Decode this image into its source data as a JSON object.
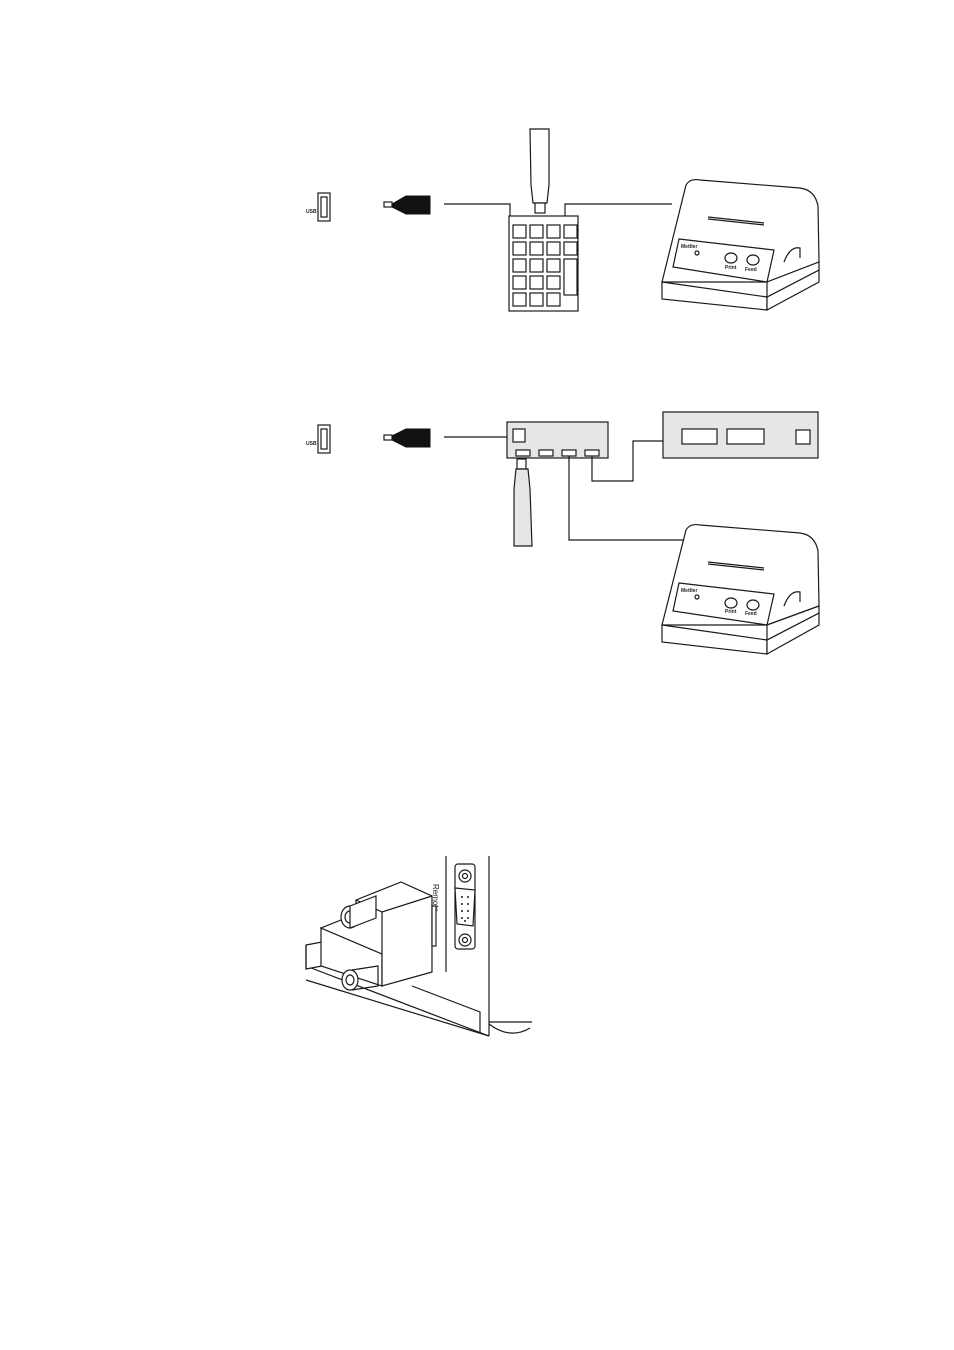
{
  "labels": {
    "usb_port_1": "USB",
    "usb_port_2": "USB",
    "printer_1_brand": "Mettler",
    "printer_1_print": "Print",
    "printer_1_feed": "Feed",
    "printer_2_brand": "Mettler",
    "printer_2_print": "Print",
    "printer_2_feed": "Feed",
    "remote_port": "Remote"
  },
  "colors": {
    "line": "#1a1a1a",
    "panel_fill": "#e6e6e6",
    "plug_fill": "#111111",
    "background": "#ffffff"
  }
}
